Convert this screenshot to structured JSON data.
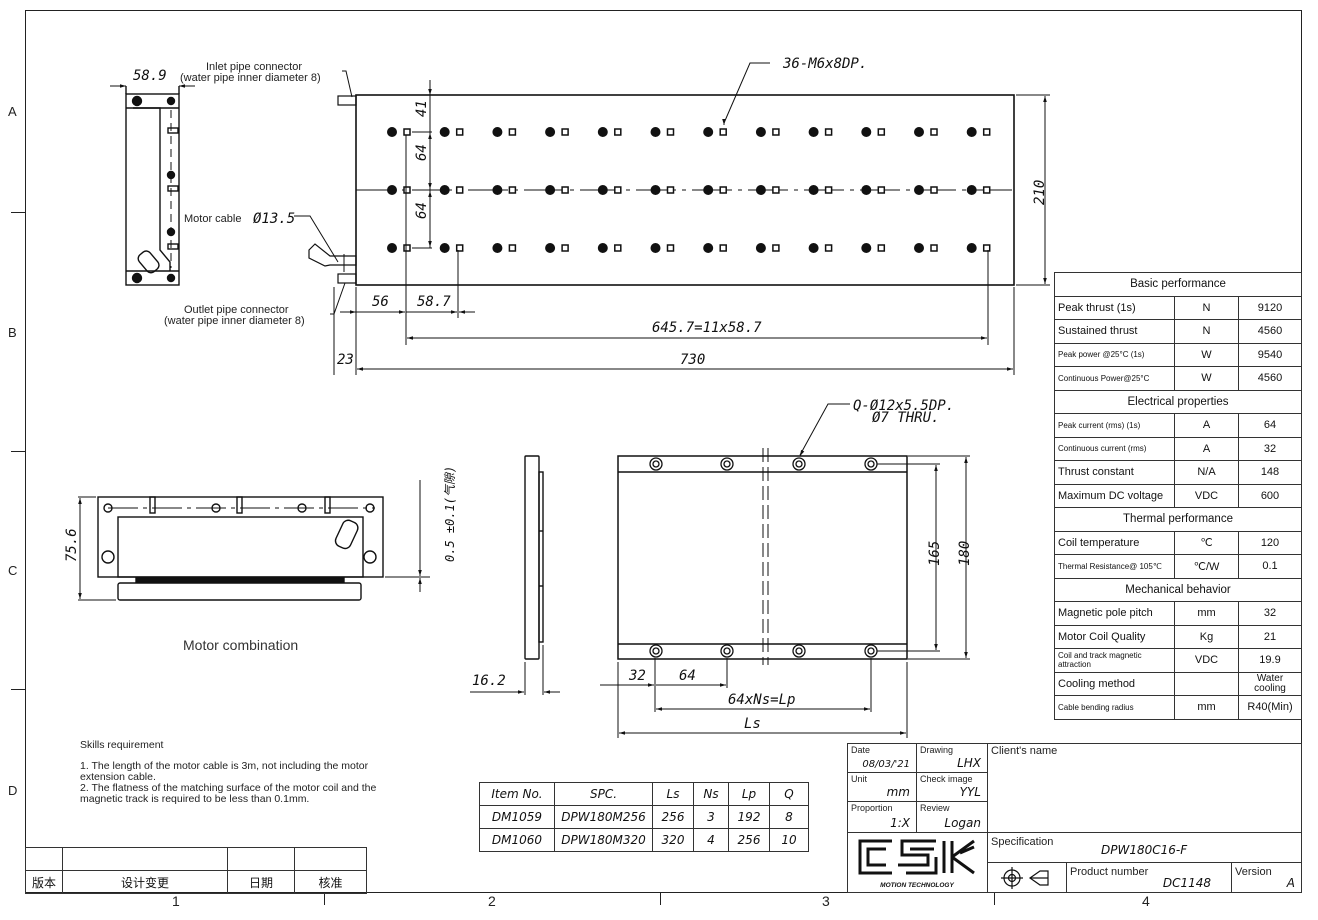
{
  "sheet": {
    "row_labels": [
      "A",
      "B",
      "C",
      "D"
    ],
    "column_labels": [
      "1",
      "2",
      "3",
      "4"
    ]
  },
  "top_view": {
    "callout_holes": "36-M6x8DP.",
    "dim_width_side": "58.9",
    "dim_41": "41",
    "dim_64_a": "64",
    "dim_64_b": "64",
    "dim_height": "210",
    "dim_56": "56",
    "dim_58_7": "58.7",
    "dim_pitch_total": "645.7=11x58.7",
    "dim_23": "23",
    "dim_length": "730",
    "inlet_label_1": "Inlet pipe connector",
    "inlet_label_2": "(water pipe inner diameter 8)",
    "cable_label": "Motor cable",
    "cable_diameter": "Ø13.5",
    "outlet_label_1": "Outlet pipe connector",
    "outlet_label_2": "(water pipe inner diameter 8)"
  },
  "combination_view": {
    "caption": "Motor combination",
    "dim_height": "75.6",
    "dim_gap": "0.5 ±0.1(气隙)"
  },
  "track_view": {
    "callout_1": "Q-Ø12x5.5DP.",
    "callout_2": "Ø7 THRU.",
    "dim_thickness": "16.2",
    "dim_32": "32",
    "dim_64": "64",
    "dim_lp": "64xNs=Lp",
    "dim_ls": "Ls",
    "dim_165": "165",
    "dim_180": "180"
  },
  "performance_table": {
    "sections": [
      {
        "title": "Basic performance",
        "rows": [
          {
            "name": "Peak thrust (1s)",
            "unit": "N",
            "value": "9120",
            "small": false
          },
          {
            "name": "Sustained thrust",
            "unit": "N",
            "value": "4560",
            "small": false
          },
          {
            "name": "Peak power @25°C (1s)",
            "unit": "W",
            "value": "9540",
            "small": true
          },
          {
            "name": "Continuous Power@25°C",
            "unit": "W",
            "value": "4560",
            "small": true
          }
        ]
      },
      {
        "title": "Electrical properties",
        "rows": [
          {
            "name": "Peak current (rms) (1s)",
            "unit": "A",
            "value": "64",
            "small": true
          },
          {
            "name": "Continuous current (rms)",
            "unit": "A",
            "value": "32",
            "small": true
          },
          {
            "name": "Thrust constant",
            "unit": "N/A",
            "value": "148",
            "small": false
          },
          {
            "name": "Maximum DC voltage",
            "unit": "VDC",
            "value": "600",
            "small": false
          }
        ]
      },
      {
        "title": "Thermal performance",
        "rows": [
          {
            "name": "Coil temperature",
            "unit": "℃",
            "value": "120",
            "small": false
          },
          {
            "name": "Thermal Resistance@ 105℃",
            "unit": "℃/W",
            "value": "0.1",
            "small": true
          }
        ]
      },
      {
        "title": "Mechanical behavior",
        "rows": [
          {
            "name": "Magnetic pole pitch",
            "unit": "mm",
            "value": "32",
            "small": false
          },
          {
            "name": "Motor Coil Quality",
            "unit": "Kg",
            "value": "21",
            "small": false
          },
          {
            "name": "Coil and track magnetic attraction",
            "unit": "VDC",
            "value": "19.9",
            "small": true
          },
          {
            "name": "Cooling method",
            "unit": "",
            "value": "Water cooling",
            "small": false
          },
          {
            "name": "Cable bending radius",
            "unit": "mm",
            "value": "R40(Min)",
            "small": true
          }
        ]
      }
    ]
  },
  "item_table": {
    "headers": [
      "Item No.",
      "SPC.",
      "Ls",
      "Ns",
      "Lp",
      "Q"
    ],
    "rows": [
      [
        "DM1059",
        "DPW180M256",
        "256",
        "3",
        "192",
        "8"
      ],
      [
        "DM1060",
        "DPW180M320",
        "320",
        "4",
        "256",
        "10"
      ]
    ]
  },
  "notes": {
    "title": "Skills requirement",
    "items": [
      "1. The length of the motor cable is 3m, not including the motor extension cable.",
      "2. The flatness of the matching surface of the motor coil and the magnetic track is required to be less than 0.1mm."
    ]
  },
  "revision_table": {
    "headers": [
      "版本",
      "设计变更",
      "日期",
      "核准"
    ]
  },
  "title_block": {
    "date_label": "Date",
    "date_value": "08/03/'21",
    "drawing_label": "Drawing",
    "drawing_value": "LHX",
    "unit_label": "Unit",
    "unit_value": "mm",
    "check_label": "Check image",
    "check_value": "YYL",
    "proportion_label": "Proportion",
    "proportion_value": "1:X",
    "review_label": "Review",
    "review_value": "Logan",
    "client_label": "Client's name",
    "spec_label": "Specification",
    "spec_value": "DPW180C16-F",
    "product_label": "Product number",
    "product_value": "DC1148",
    "version_label": "Version",
    "version_value": "A",
    "logo_text": "CSK",
    "logo_subtitle": "MOTION TECHNOLOGY"
  }
}
